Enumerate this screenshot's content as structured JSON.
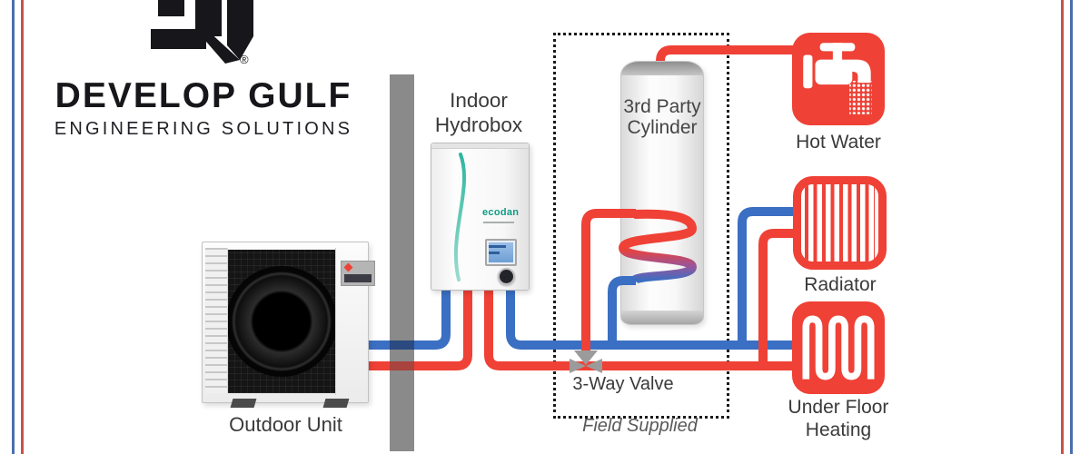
{
  "brand": {
    "name": "DEVELOP GULF",
    "tagline": "ENGINEERING SOLUTIONS",
    "registered": "®"
  },
  "colors": {
    "hot": "#ef4136",
    "cold": "#3a6fc3",
    "frame_blue": "#4a6fae",
    "frame_red": "#c9504b",
    "wall": "#8a8a8a",
    "valve": "#9b9b9b"
  },
  "labels": {
    "outdoor_unit": "Outdoor Unit",
    "hydrobox_line1": "Indoor",
    "hydrobox_line2": "Hydrobox",
    "hydrobox_brand": "ecodan",
    "cylinder_line1": "3rd Party",
    "cylinder_line2": "Cylinder",
    "valve": "3-Way Valve",
    "field_supplied": "Field Supplied",
    "hot_water": "Hot Water",
    "radiator": "Radiator",
    "ufh_line1": "Under Floor",
    "ufh_line2": "Heating"
  }
}
